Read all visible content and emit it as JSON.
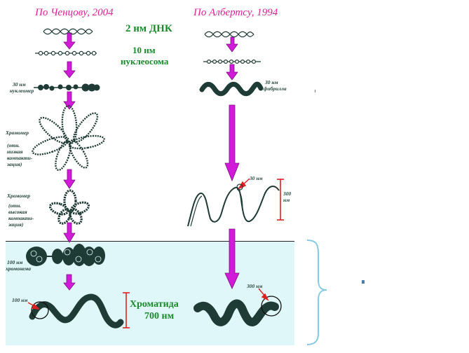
{
  "titles": {
    "left": "По Ченцову, 2004",
    "right": "По Албертсу, 1994"
  },
  "labels": {
    "dna": "2 нм ДНК",
    "nucleosome_l1": "10 нм",
    "nucleosome_l2": "нуклеосома",
    "nucleomer_l1": "30 нм",
    "nucleomer_l2": "нуклеомер",
    "fibril_l1": "30 нм",
    "fibril_l2": "фибрилла",
    "chromomer_low": [
      "Хромомер",
      "",
      "(отн.",
      "низкая",
      "компакти-",
      "зация)"
    ],
    "chromomer_high": [
      "Хромомер",
      "",
      "(отн.",
      "высокая",
      "компакти-",
      "зация)"
    ],
    "loop_30": "30 нм",
    "loop_300_l1": "300",
    "loop_300_l2": "нм",
    "chromonema_l1": "100 нм",
    "chromonema_l2": "хромонема",
    "chromatid_100": "100 нм",
    "chromatid_300": "300 нм",
    "chromatid_l1": "Хроматида",
    "chromatid_l2": "700 нм"
  },
  "colors": {
    "arrow": "#d21bd8",
    "title": "#e0209a",
    "green": "#1a8a2a",
    "fiber": "#1f3b35",
    "red": "#e02020",
    "panel": "#dff7f9",
    "brace": "#86c9e2"
  }
}
